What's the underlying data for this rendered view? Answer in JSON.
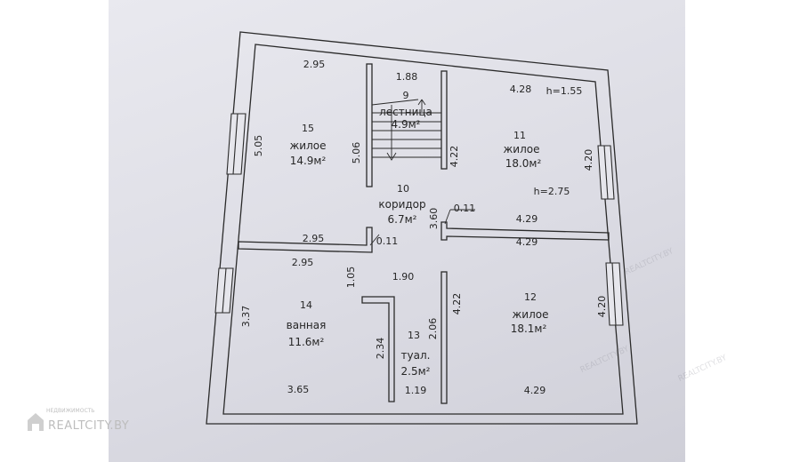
{
  "rooms": {
    "r15": {
      "number": "15",
      "name": "жилое",
      "area": "14.9м²"
    },
    "r9": {
      "number": "9",
      "name": "лестница",
      "area": "4.9м²"
    },
    "r11": {
      "number": "11",
      "name": "жилое",
      "area": "18.0м²"
    },
    "r10": {
      "number": "10",
      "name": "коридор",
      "area": "6.7м²"
    },
    "r14": {
      "number": "14",
      "name": "ванная",
      "area": "11.6м²"
    },
    "r13": {
      "number": "13",
      "name": "туал.",
      "area": "2.5м²"
    },
    "r12": {
      "number": "12",
      "name": "жилое",
      "area": "18.1м²"
    }
  },
  "dimensions": {
    "d295_top": "2.95",
    "d188": "1.88",
    "d428": "4.28",
    "h155": "h=1.55",
    "d505": "5.05",
    "d506": "5.06",
    "d422_upper": "4.22",
    "d420_upper": "4.20",
    "h275": "h=2.75",
    "d360": "3.60",
    "d011_right": "0.11",
    "d429_a": "4.29",
    "d429_b": "4.29",
    "d295_mid_a": "2.95",
    "d011_left": "0.11",
    "d295_mid_b": "2.95",
    "d105": "1.05",
    "d190": "1.90",
    "d422_lower": "4.22",
    "d420_lower": "4.20",
    "d337": "3.37",
    "d234": "2.34",
    "d206": "2.06",
    "d365": "3.65",
    "d119": "1.19",
    "d429_bottom": "4.29"
  },
  "watermark": {
    "small": "НЕДВИЖИМОСТЬ",
    "big": "REALTCITY.BY"
  },
  "colors": {
    "line": "#2a2a2a",
    "paper": "#e2e2e9"
  }
}
